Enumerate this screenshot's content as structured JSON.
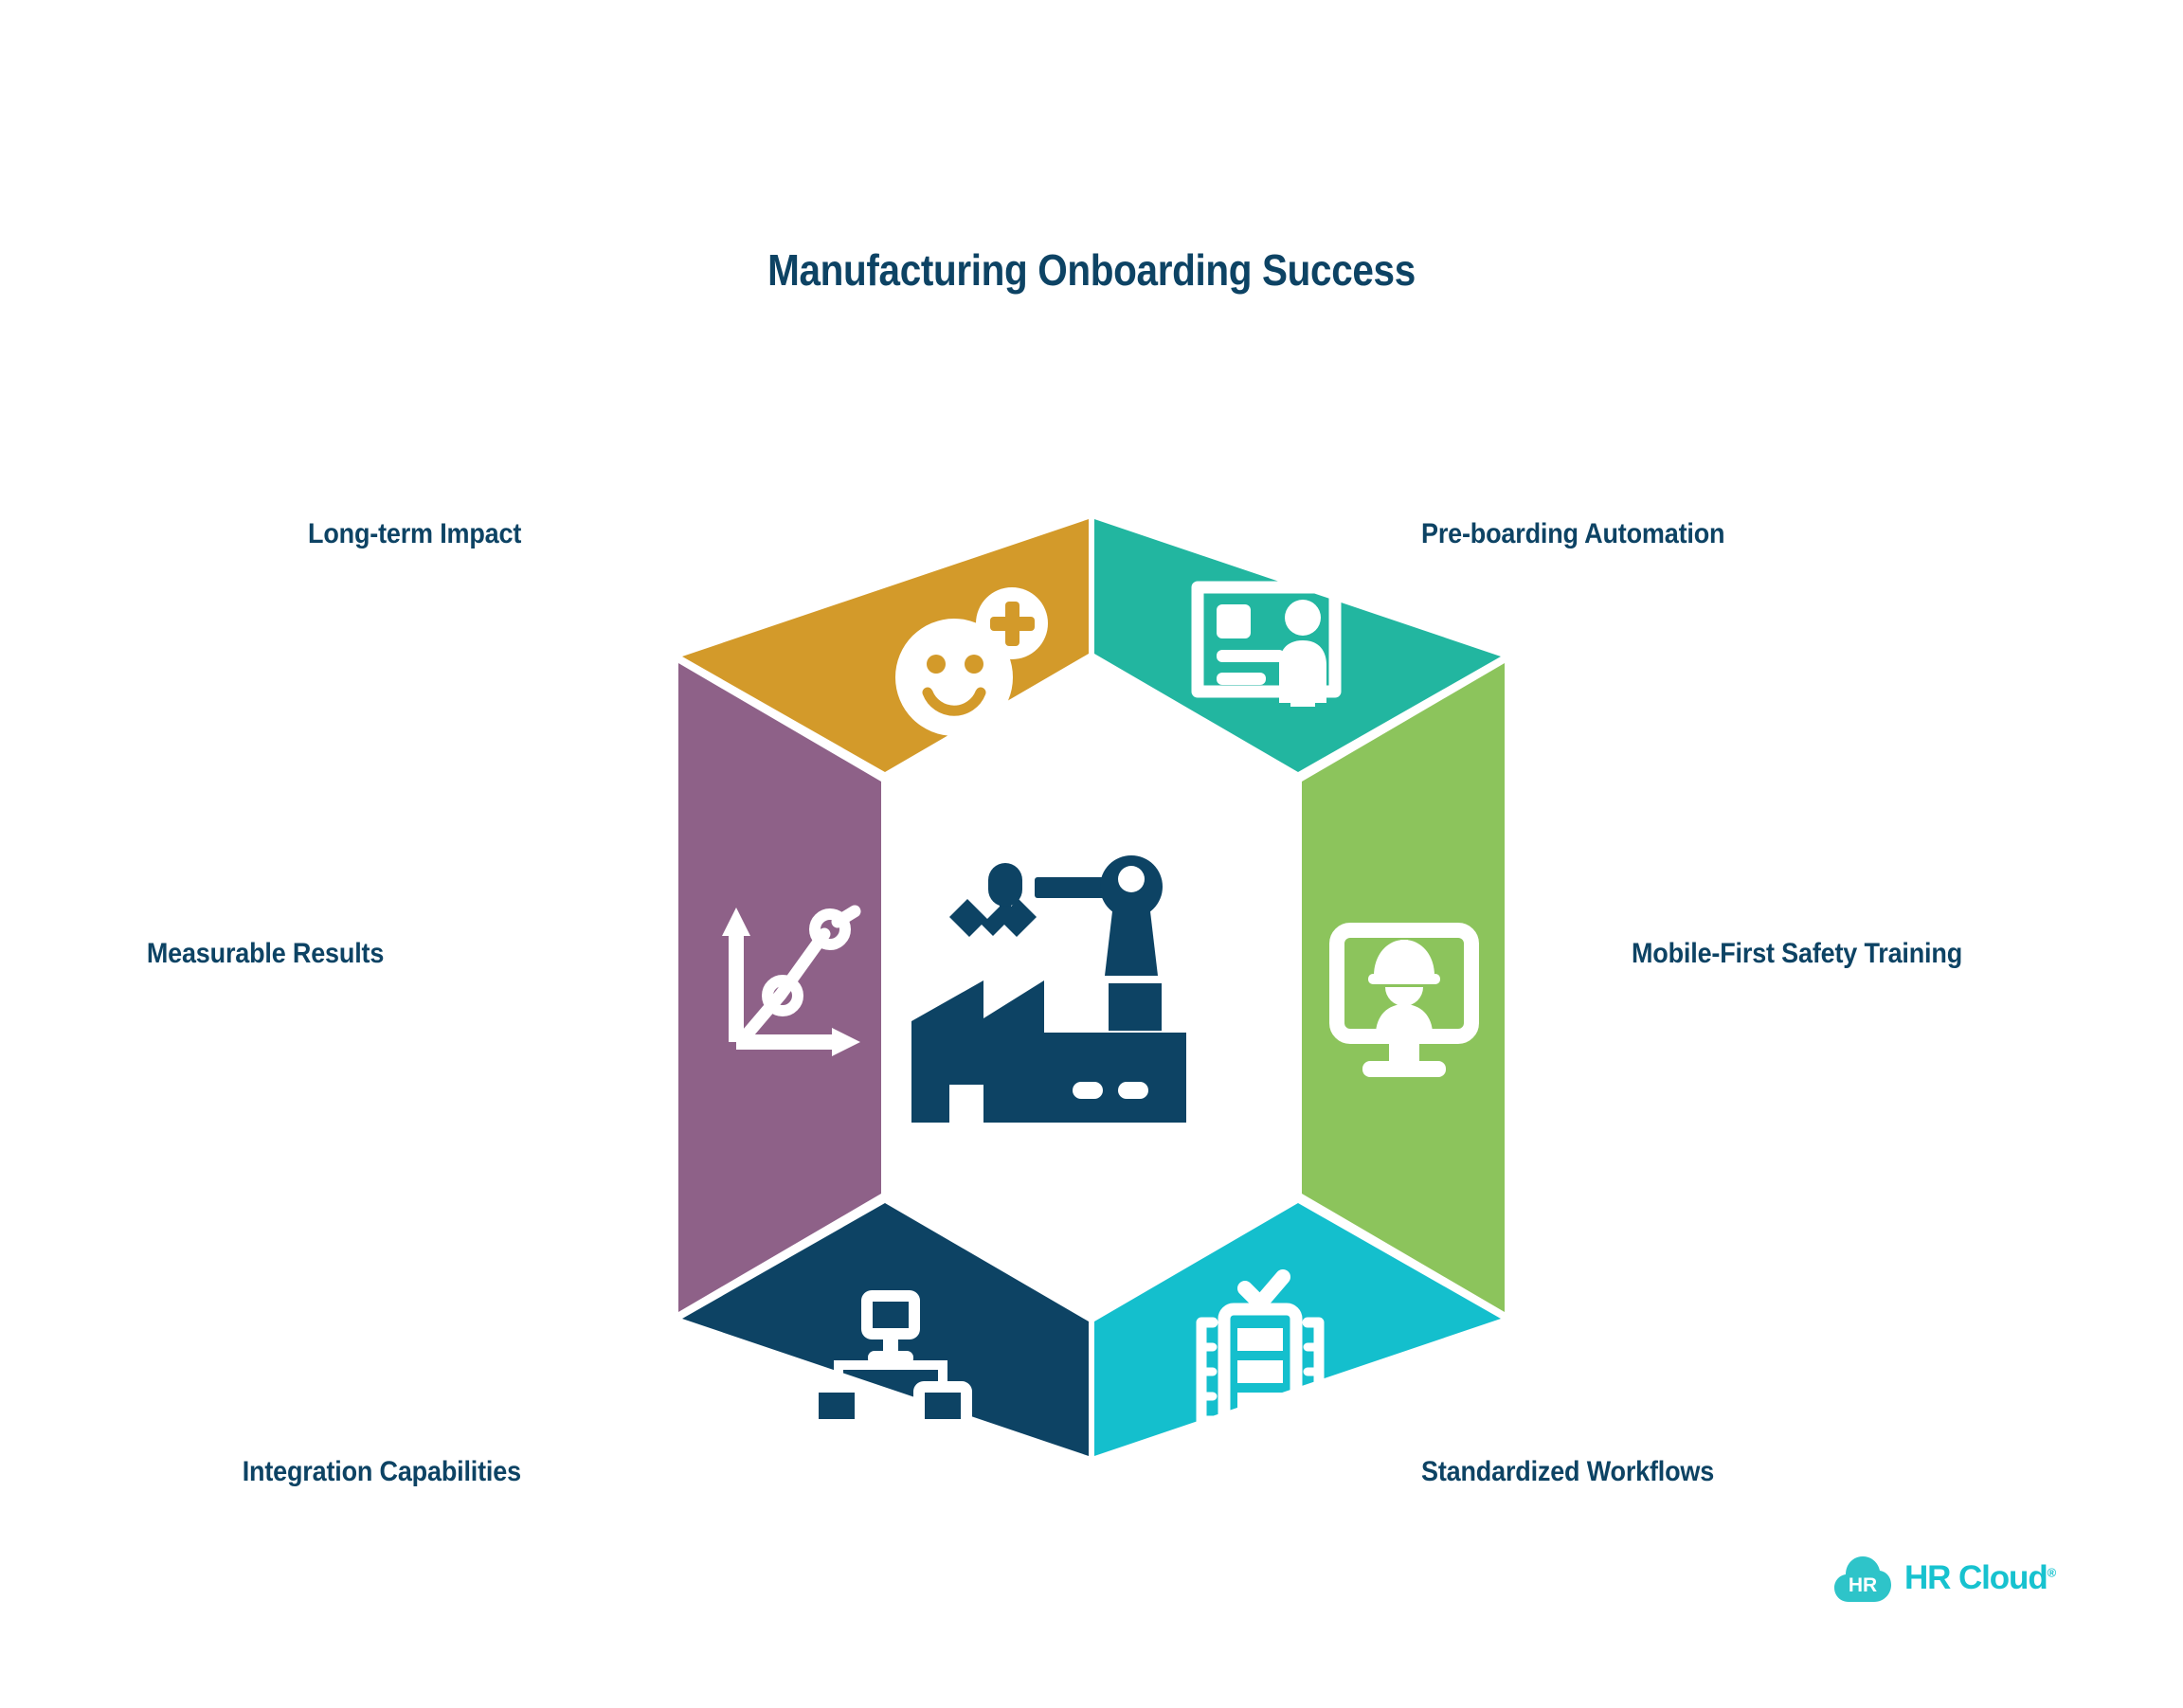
{
  "page": {
    "title": "Manufacturing Onboarding Success",
    "background_color": "#ffffff",
    "text_color": "#0d4364"
  },
  "hexagon": {
    "center_icon": {
      "name": "factory-robot-arm-icon",
      "color": "#0d4364"
    },
    "segments": [
      {
        "id": "preboarding",
        "label": "Pre-boarding Automation",
        "color": "#22b6a0",
        "icon": "id-badge-person-icon",
        "position": "top-right"
      },
      {
        "id": "mobile-safety",
        "label": "Mobile-First Safety Training",
        "color": "#8cc45c",
        "icon": "monitor-hardhat-worker-icon",
        "position": "right"
      },
      {
        "id": "workflows",
        "label": "Standardized Workflows",
        "color": "#14bfcd",
        "icon": "clipboard-checklist-icon",
        "position": "bottom-right"
      },
      {
        "id": "integration",
        "label": "Integration Capabilities",
        "color": "#0d4364",
        "icon": "network-computers-icon",
        "position": "bottom-left"
      },
      {
        "id": "measurable",
        "label": "Measurable Results",
        "color": "#8e6188",
        "icon": "growth-chart-axes-icon",
        "position": "left"
      },
      {
        "id": "longterm",
        "label": "Long-term Impact",
        "color": "#d39a2a",
        "icon": "smiley-face-plus-icon",
        "position": "top-left"
      }
    ]
  },
  "branding": {
    "logo_mark": "hr-cloud-cloud-icon",
    "mark_text": "HR",
    "wordmark": "HR Cloud",
    "registered_symbol": "®",
    "color": "#17c2cf"
  }
}
